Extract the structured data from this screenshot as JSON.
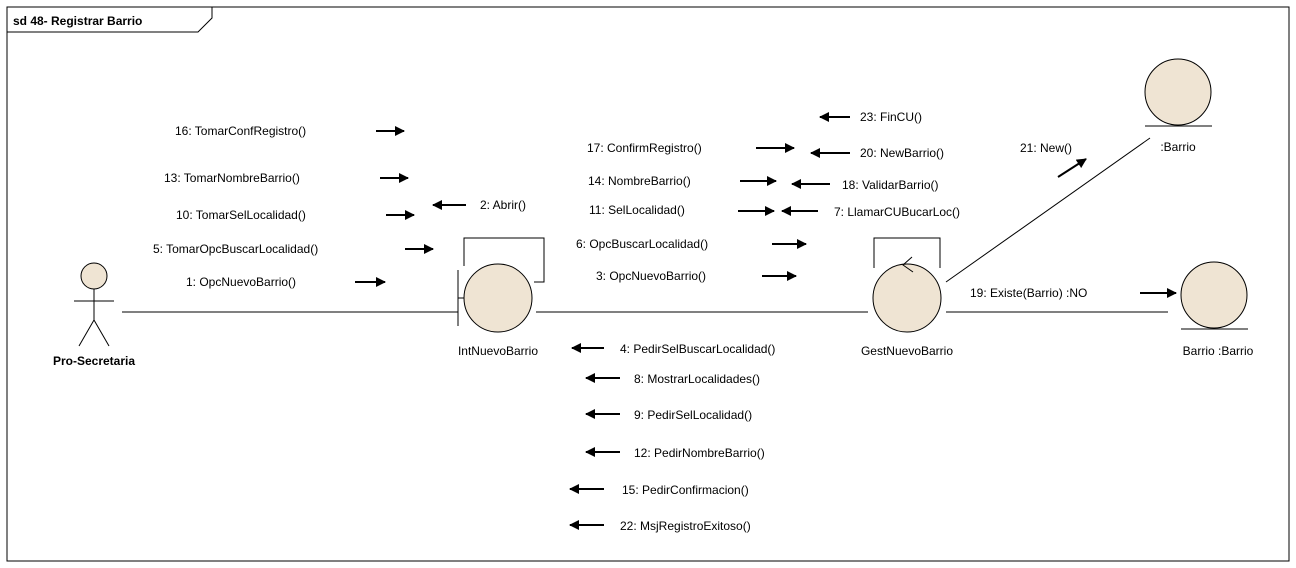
{
  "diagram": {
    "frame_title": "sd 48- Registrar Barrio",
    "colors": {
      "fill": "#efe4d3",
      "stroke": "#000000",
      "background": "#ffffff"
    },
    "lifelines": {
      "actor": "Pro-Secretaria",
      "boundary": "IntNuevoBarrio",
      "control": "GestNuevoBarrio",
      "entity_new": ":Barrio",
      "entity_existing": "Barrio :Barrio"
    },
    "messages": {
      "m1": "1: OpcNuevoBarrio()",
      "m2": "2: Abrir()",
      "m3": "3: OpcNuevoBarrio()",
      "m4": "4: PedirSelBuscarLocalidad()",
      "m5": "5: TomarOpcBuscarLocalidad()",
      "m6": "6: OpcBuscarLocalidad()",
      "m7": "7: LlamarCUBucarLoc()",
      "m8": "8: MostrarLocalidades()",
      "m9": "9: PedirSelLocalidad()",
      "m10": "10: TomarSelLocalidad()",
      "m11": "11: SelLocalidad()",
      "m12": "12: PedirNombreBarrio()",
      "m13": "13: TomarNombreBarrio()",
      "m14": "14: NombreBarrio()",
      "m15": "15: PedirConfirmacion()",
      "m16": "16: TomarConfRegistro()",
      "m17": "17: ConfirmRegistro()",
      "m18": "18: ValidarBarrio()",
      "m19": "19: Existe(Barrio) :NO",
      "m20": "20: NewBarrio()",
      "m21": "21: New()",
      "m22": "22: MsjRegistroExitoso()",
      "m23": "23: FinCU()"
    }
  }
}
